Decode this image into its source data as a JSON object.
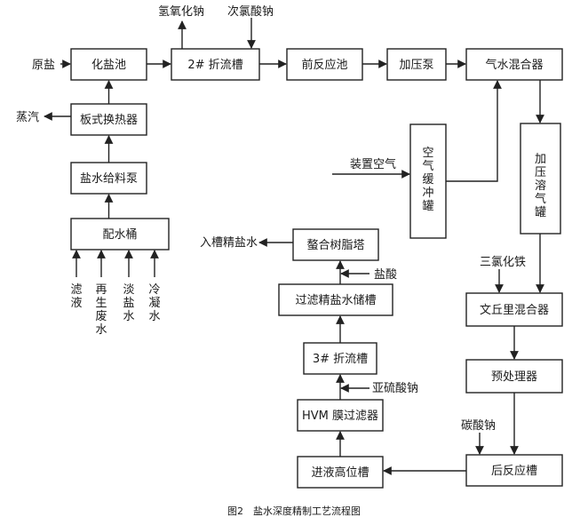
{
  "boxes": {
    "huayanchi": "化盐池",
    "zheliucao2": "2# 折流槽",
    "qianfanyingchi": "前反应池",
    "jiayabeng": "加压泵",
    "qishuihunheqi": "气水混合器",
    "banshihuanreqi": "板式换热器",
    "yanshuigeiliaobeng": "盐水给料泵",
    "peishuitong": "配水桶",
    "kongqihuanchongguan": "空气缓冲罐",
    "jiayarongqiguan": "加压溶气罐",
    "wenqiulihunheqi": "文丘里混合器",
    "yuchuliqi": "预处理器",
    "houfanyingcao": "后反应槽",
    "jinyegaoweicao": "进液高位槽",
    "hvm_guolvqi": "HVM 膜过滤器",
    "zheliucao3": "3# 折流槽",
    "guolvjingyanshuichucao": "过滤精盐水储槽",
    "zhuanheshuzhita": "螯合树脂塔"
  },
  "labels": {
    "yuanyan": "原盐",
    "zhengqi": "蒸汽",
    "qingyanghuana": "氢氧化钠",
    "cilvsuanna": "次氯酸钠",
    "zhuangzhikongqi": "装置空气",
    "sanlvhuatie": "三氯化铁",
    "tansuanna": "碳酸钠",
    "yaliusuanna": "亚硫酸钠",
    "yansuan": "盐酸",
    "rucaojingyanshui": "入槽精盐水",
    "luye": "滤液",
    "zaishengfeishui": "再生废水",
    "danyanshui": "淡盐水",
    "lengningshui": "冷凝水"
  },
  "caption": "图2　盐水深度精制工艺流程图"
}
